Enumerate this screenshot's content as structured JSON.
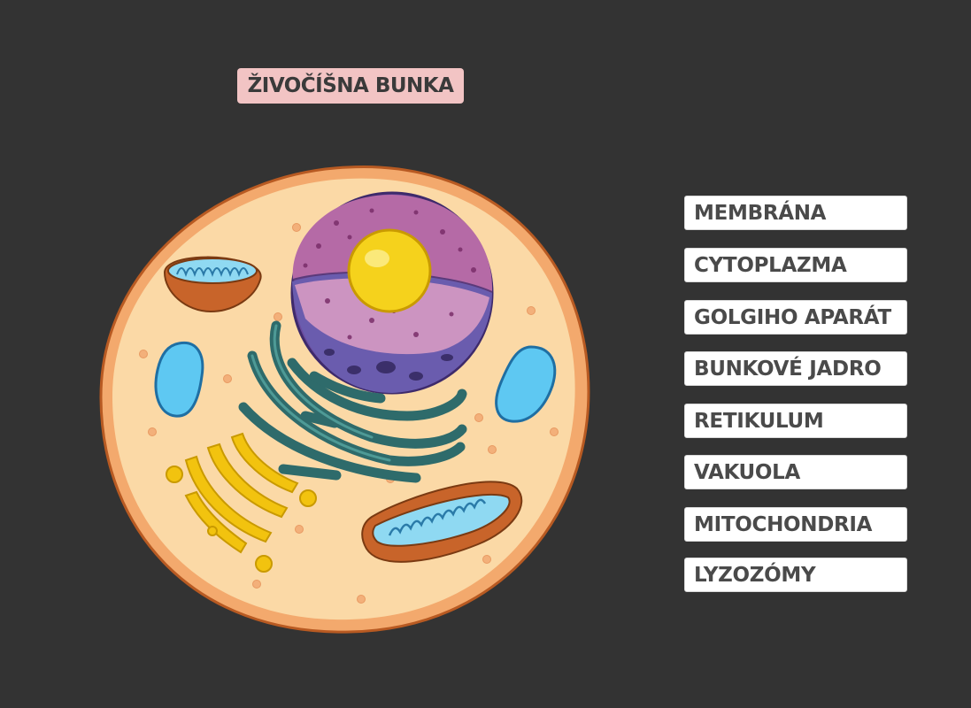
{
  "title": "ŽIVOČÍŠNA BUNKA",
  "labels": [
    "MEMBRÁNA",
    "CYTOPLAZMA",
    "GOLGIHO APARÁT",
    "BUNKOVÉ JADRO",
    "RETIKULUM",
    "VAKUOLA",
    "MITOCHONDRIA",
    "LYZOZÓMY"
  ],
  "colors": {
    "background": "#333333",
    "title_badge": "#f2c4c4",
    "membrane": "#d67a3a",
    "cytoplasm": "#fbd9a6",
    "nucleus_outer": "#8a4fa0",
    "nucleolus": "#f5d21c",
    "reticulum": "#2e6b6b",
    "golgi": "#f2c30f",
    "vacuole": "#5ec8f2",
    "mitochondria": "#c8642a"
  }
}
